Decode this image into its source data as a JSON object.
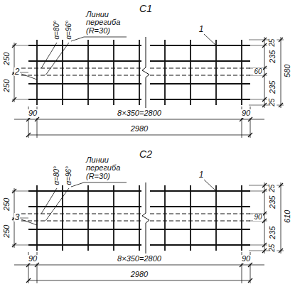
{
  "diagram": {
    "labels": [
      "С1",
      "Линии перегиба (R=30)",
      "α=80°",
      "α=96°",
      "1",
      "2",
      "250",
      "250",
      "25",
      "60",
      "235",
      "235",
      "580",
      "25",
      "90",
      "8×350=2800",
      "90",
      "2980",
      "С2",
      "Линии перегиба (R=30)",
      "α=80°",
      "α=96°",
      "1",
      "3",
      "250",
      "250",
      "25",
      "90",
      "235",
      "235",
      "610",
      "25",
      "90",
      "8×350=2800",
      "90",
      "2980"
    ]
  }
}
